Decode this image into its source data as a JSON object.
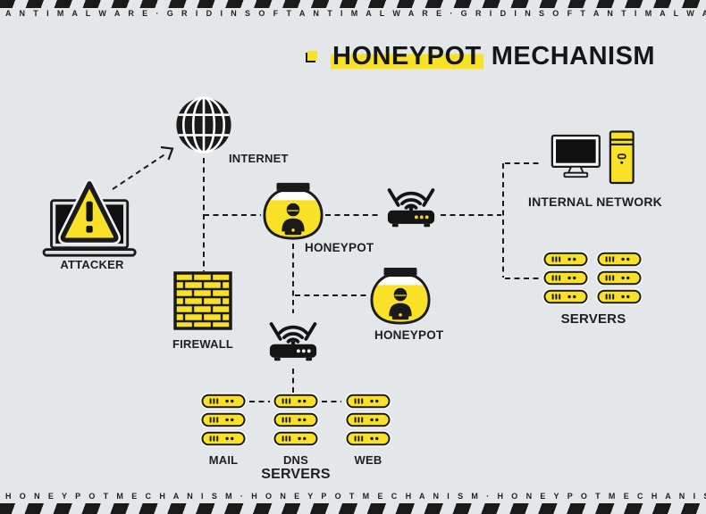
{
  "colors": {
    "background": "#e3e7ea",
    "accent_yellow": "#f9e127",
    "ink_black": "#1a1a1a"
  },
  "top_banner": {
    "ticker": "A N T I M A L W A R E   ·   G R I D I N S O F T   A N T I M A L W A R E   ·   G R I D I N S O F T   A N T I M A L W A R E   ·   G R I D I N S O F T   A N T I M A L W A R E"
  },
  "bottom_banner": {
    "ticker": "H O N E Y P O T   M E C H A N I S M   ·   H O N E Y P O T   M E C H A N I S M   ·   H O N E Y P O T   M E C H A N I S M   ·   H O N E Y P O T   M E C H A N I S M   ·   H O N E Y P O T"
  },
  "title": {
    "highlight": "HONEYPOT",
    "rest": "MECHANISM"
  },
  "diagram": {
    "internet": {
      "label": "INTERNET",
      "icon": "globe-icon"
    },
    "attacker": {
      "label": "ATTACKER",
      "icon": "laptop-warning-icon"
    },
    "firewall": {
      "label": "FIREWALL",
      "icon": "brick-wall-icon"
    },
    "honeypot_main": {
      "label": "HONEYPOT",
      "icon": "hacker-in-jar-icon"
    },
    "honeypot_secondary": {
      "label": "HONEYPOT",
      "icon": "hacker-in-jar-icon"
    },
    "router_top": {
      "icon": "wifi-router-icon"
    },
    "router_bottom": {
      "icon": "wifi-router-icon"
    },
    "internal_network": {
      "label": "INTERNAL NETWORK",
      "icon": "workstation-icon"
    },
    "servers_internal": {
      "label": "SERVERS"
    },
    "dmz_servers": {
      "label": "SERVERS",
      "stacks": [
        {
          "label": "MAIL"
        },
        {
          "label": "DNS"
        },
        {
          "label": "WEB"
        }
      ]
    }
  }
}
